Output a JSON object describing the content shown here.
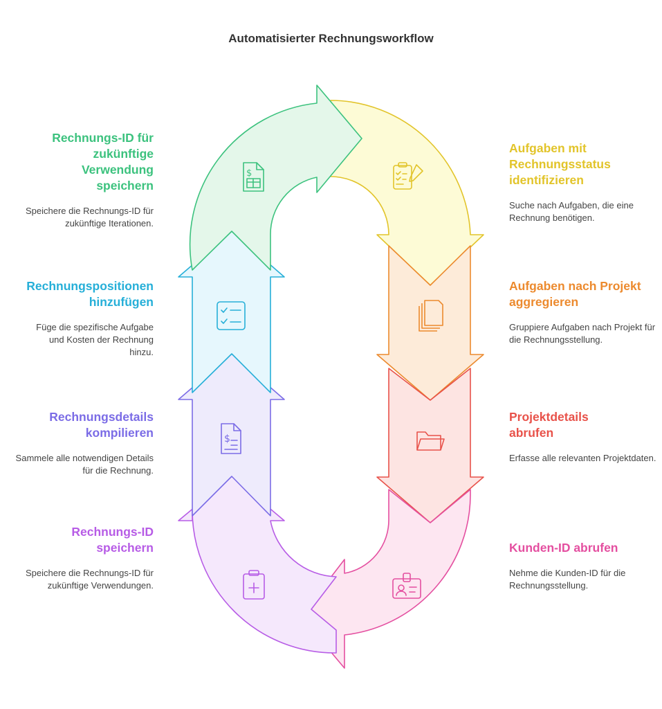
{
  "title": "Automatisierter Rechnungsworkflow",
  "steps": [
    {
      "title": "Aufgaben mit Rechnungsstatus identifizieren",
      "description": "Suche nach Aufgaben, die eine Rechnung benötigen.",
      "color": "#e2c42a",
      "icon": "clipboard-check-icon"
    },
    {
      "title": "Aufgaben nach Projekt aggregieren",
      "description": "Gruppiere Aufgaben nach Projekt für die Rechnungsstellung.",
      "color": "#ec8a2e",
      "icon": "documents-stack-icon"
    },
    {
      "title": "Projektdetails abrufen",
      "description": "Erfasse alle relevanten Projektdaten.",
      "color": "#e8524a",
      "icon": "folder-open-icon"
    },
    {
      "title": "Kunden-ID abrufen",
      "description": "Nehme die Kunden-ID für die Rechnungsstellung.",
      "color": "#e44fa0",
      "icon": "id-badge-icon"
    },
    {
      "title": "Rechnungs-ID speichern",
      "description": "Speichere die Rechnungs-ID für zukünftige Verwendungen.",
      "color": "#b75ce6",
      "icon": "clipboard-plus-icon"
    },
    {
      "title": "Rechnungsdetails kompilieren",
      "description": "Sammele alle notwendigen Details für die Rechnung.",
      "color": "#7b6ce6",
      "icon": "invoice-document-icon"
    },
    {
      "title": "Rechnungspositionen hinzufügen",
      "description": "Füge die spezifische Aufgabe und Kosten der Rechnung hinzu.",
      "color": "#26afd8",
      "icon": "checklist-icon"
    },
    {
      "title": "Rechnungs-ID für zukünftige Verwendung speichern",
      "description": "Speichere die Rechnungs-ID für zukünftige Iterationen.",
      "color": "#3cc27e",
      "icon": "spreadsheet-document-icon"
    }
  ]
}
